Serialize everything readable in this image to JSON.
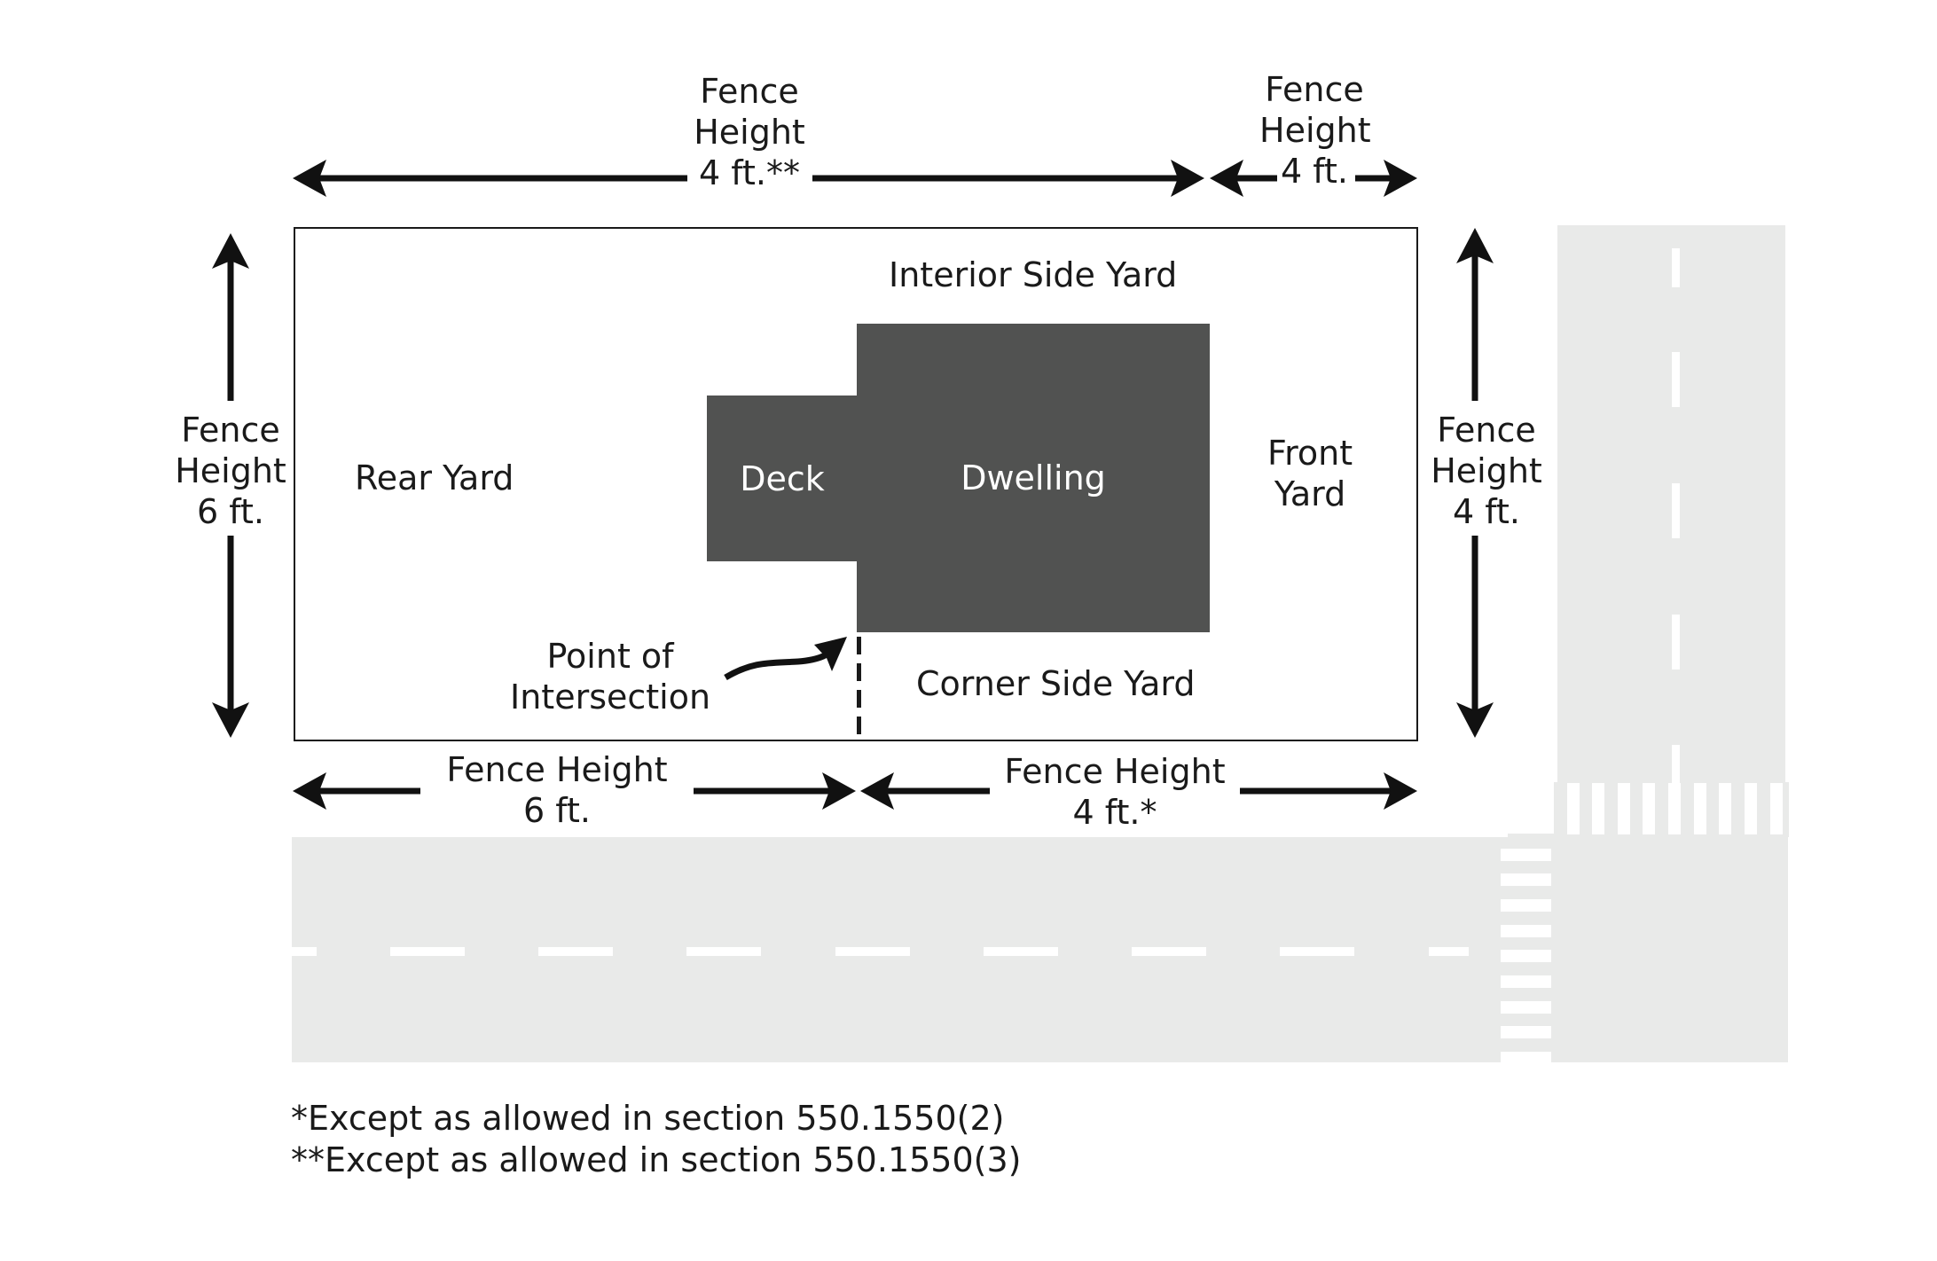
{
  "diagram": {
    "title": "Fence height requirements by yard",
    "colors": {
      "building_fill": "#515251",
      "road_fill": "#e9eae9",
      "road_markings": "#ffffff",
      "line_color": "#1a1a1a"
    },
    "yards": {
      "interior_side": "Interior Side Yard",
      "rear": "Rear Yard",
      "front_line1": "Front",
      "front_line2": "Yard",
      "corner_side": "Corner Side Yard"
    },
    "structures": {
      "deck": "Deck",
      "dwelling": "Dwelling"
    },
    "point_of_intersection": {
      "line1": "Point of",
      "line2": "Intersection"
    },
    "fence_labels": {
      "top_left": {
        "line1": "Fence",
        "line2": "Height",
        "line3": "4 ft.**"
      },
      "top_right": {
        "line1": "Fence",
        "line2": "Height",
        "line3": "4 ft."
      },
      "left": {
        "line1": "Fence",
        "line2": "Height",
        "line3": "6 ft."
      },
      "right": {
        "line1": "Fence",
        "line2": "Height",
        "line3": "4 ft."
      },
      "bottom_left": {
        "line1": "Fence Height",
        "line2": "6 ft."
      },
      "bottom_right": {
        "line1": "Fence Height",
        "line2": "4 ft.*"
      }
    },
    "footnotes": [
      "*Except as allowed in section 550.1550(2)",
      "**Except as allowed in section 550.1550(3)"
    ]
  }
}
